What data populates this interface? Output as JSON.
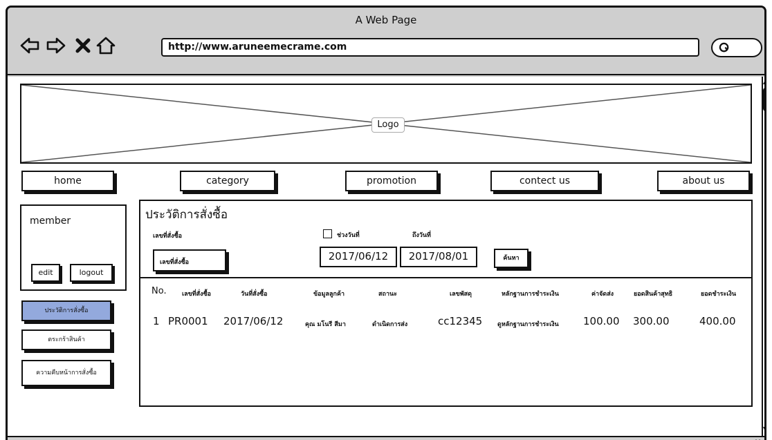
{
  "window": {
    "title": "A Web Page",
    "url": "http://www.aruneemecrame.com"
  },
  "toolbar": {
    "back_icon": "back-arrow-icon",
    "forward_icon": "forward-arrow-icon",
    "stop_icon": "close-icon",
    "home_icon": "home-icon",
    "search_icon": "search-icon"
  },
  "header": {
    "logo_label": "Logo"
  },
  "nav": {
    "home": "home",
    "category": "category",
    "promotion": "promotion",
    "contact": "contect us",
    "about": "about us"
  },
  "member": {
    "label": "member",
    "edit": "edit",
    "logout": "logout"
  },
  "sidebar": {
    "history": "ประวัติการสั่งซื้อ",
    "cart": "ตระกร้าสินค้า",
    "progress": "ความคืบหน้าการสั่งซื้อ"
  },
  "history": {
    "title": "ประวัติการสั่งซื้อ",
    "order_no_label": "เลขที่สั่งซื้อ",
    "range_label": "ช่วงวันที่",
    "to_label": "ถึงวันที่",
    "order_no_placeholder": "เลขที่สั่งซื้อ",
    "date_from": "2017/06/12",
    "date_to": "2017/08/01",
    "search_button": "ค้นหา",
    "columns": [
      "No.",
      "เลขที่สั่งซื้อ",
      "วันที่สั่งซื้อ",
      "ข้อมูลลูกค้า",
      "สถานะ",
      "เลขพัสดุ",
      "หลักฐานการชำระเงิน",
      "ค่าจัดส่ง",
      "ยอดสินค้าสุทธิ",
      "ยอดชำระเงิน"
    ],
    "rows": [
      [
        "1",
        "PR0001",
        "2017/06/12",
        "คุณ มโนรี สีมา",
        "ดำเนิดการส่ง",
        "cc12345",
        "ดูหลักฐานการชำระเงิน",
        "100.00",
        "300.00",
        "400.00"
      ]
    ]
  },
  "status": {
    "grip": "//"
  }
}
